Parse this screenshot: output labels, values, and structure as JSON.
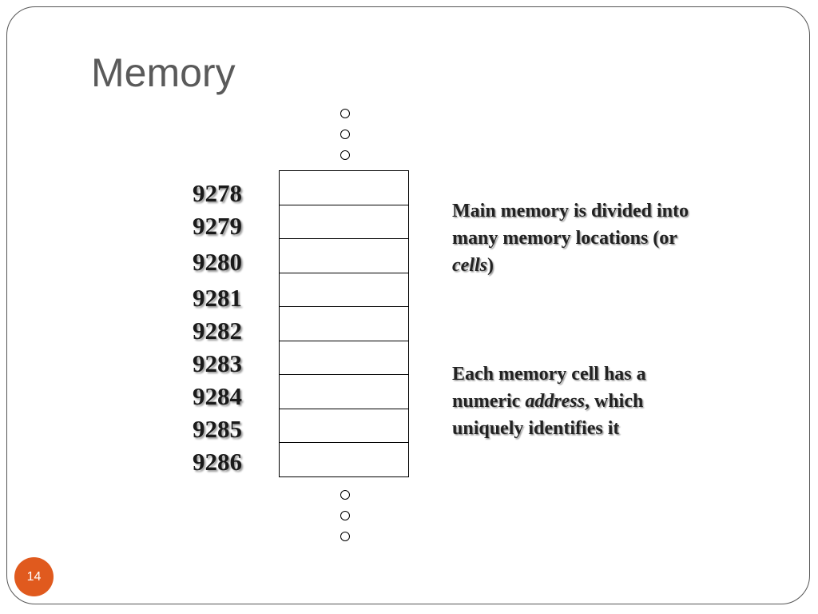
{
  "slide": {
    "title": "Memory",
    "page_number": "14"
  },
  "memory": {
    "addresses": [
      "9278",
      "9279",
      "9280",
      "9281",
      "9282",
      "9283",
      "9284",
      "9285",
      "9286"
    ]
  },
  "notes": {
    "first": {
      "text_before": "Main memory is divided into many memory locations (or ",
      "emphasis": "cells",
      "text_after": ")"
    },
    "second": {
      "text_before": "Each memory cell has a numeric ",
      "emphasis": "address",
      "text_after": ", which uniquely identifies it"
    }
  }
}
